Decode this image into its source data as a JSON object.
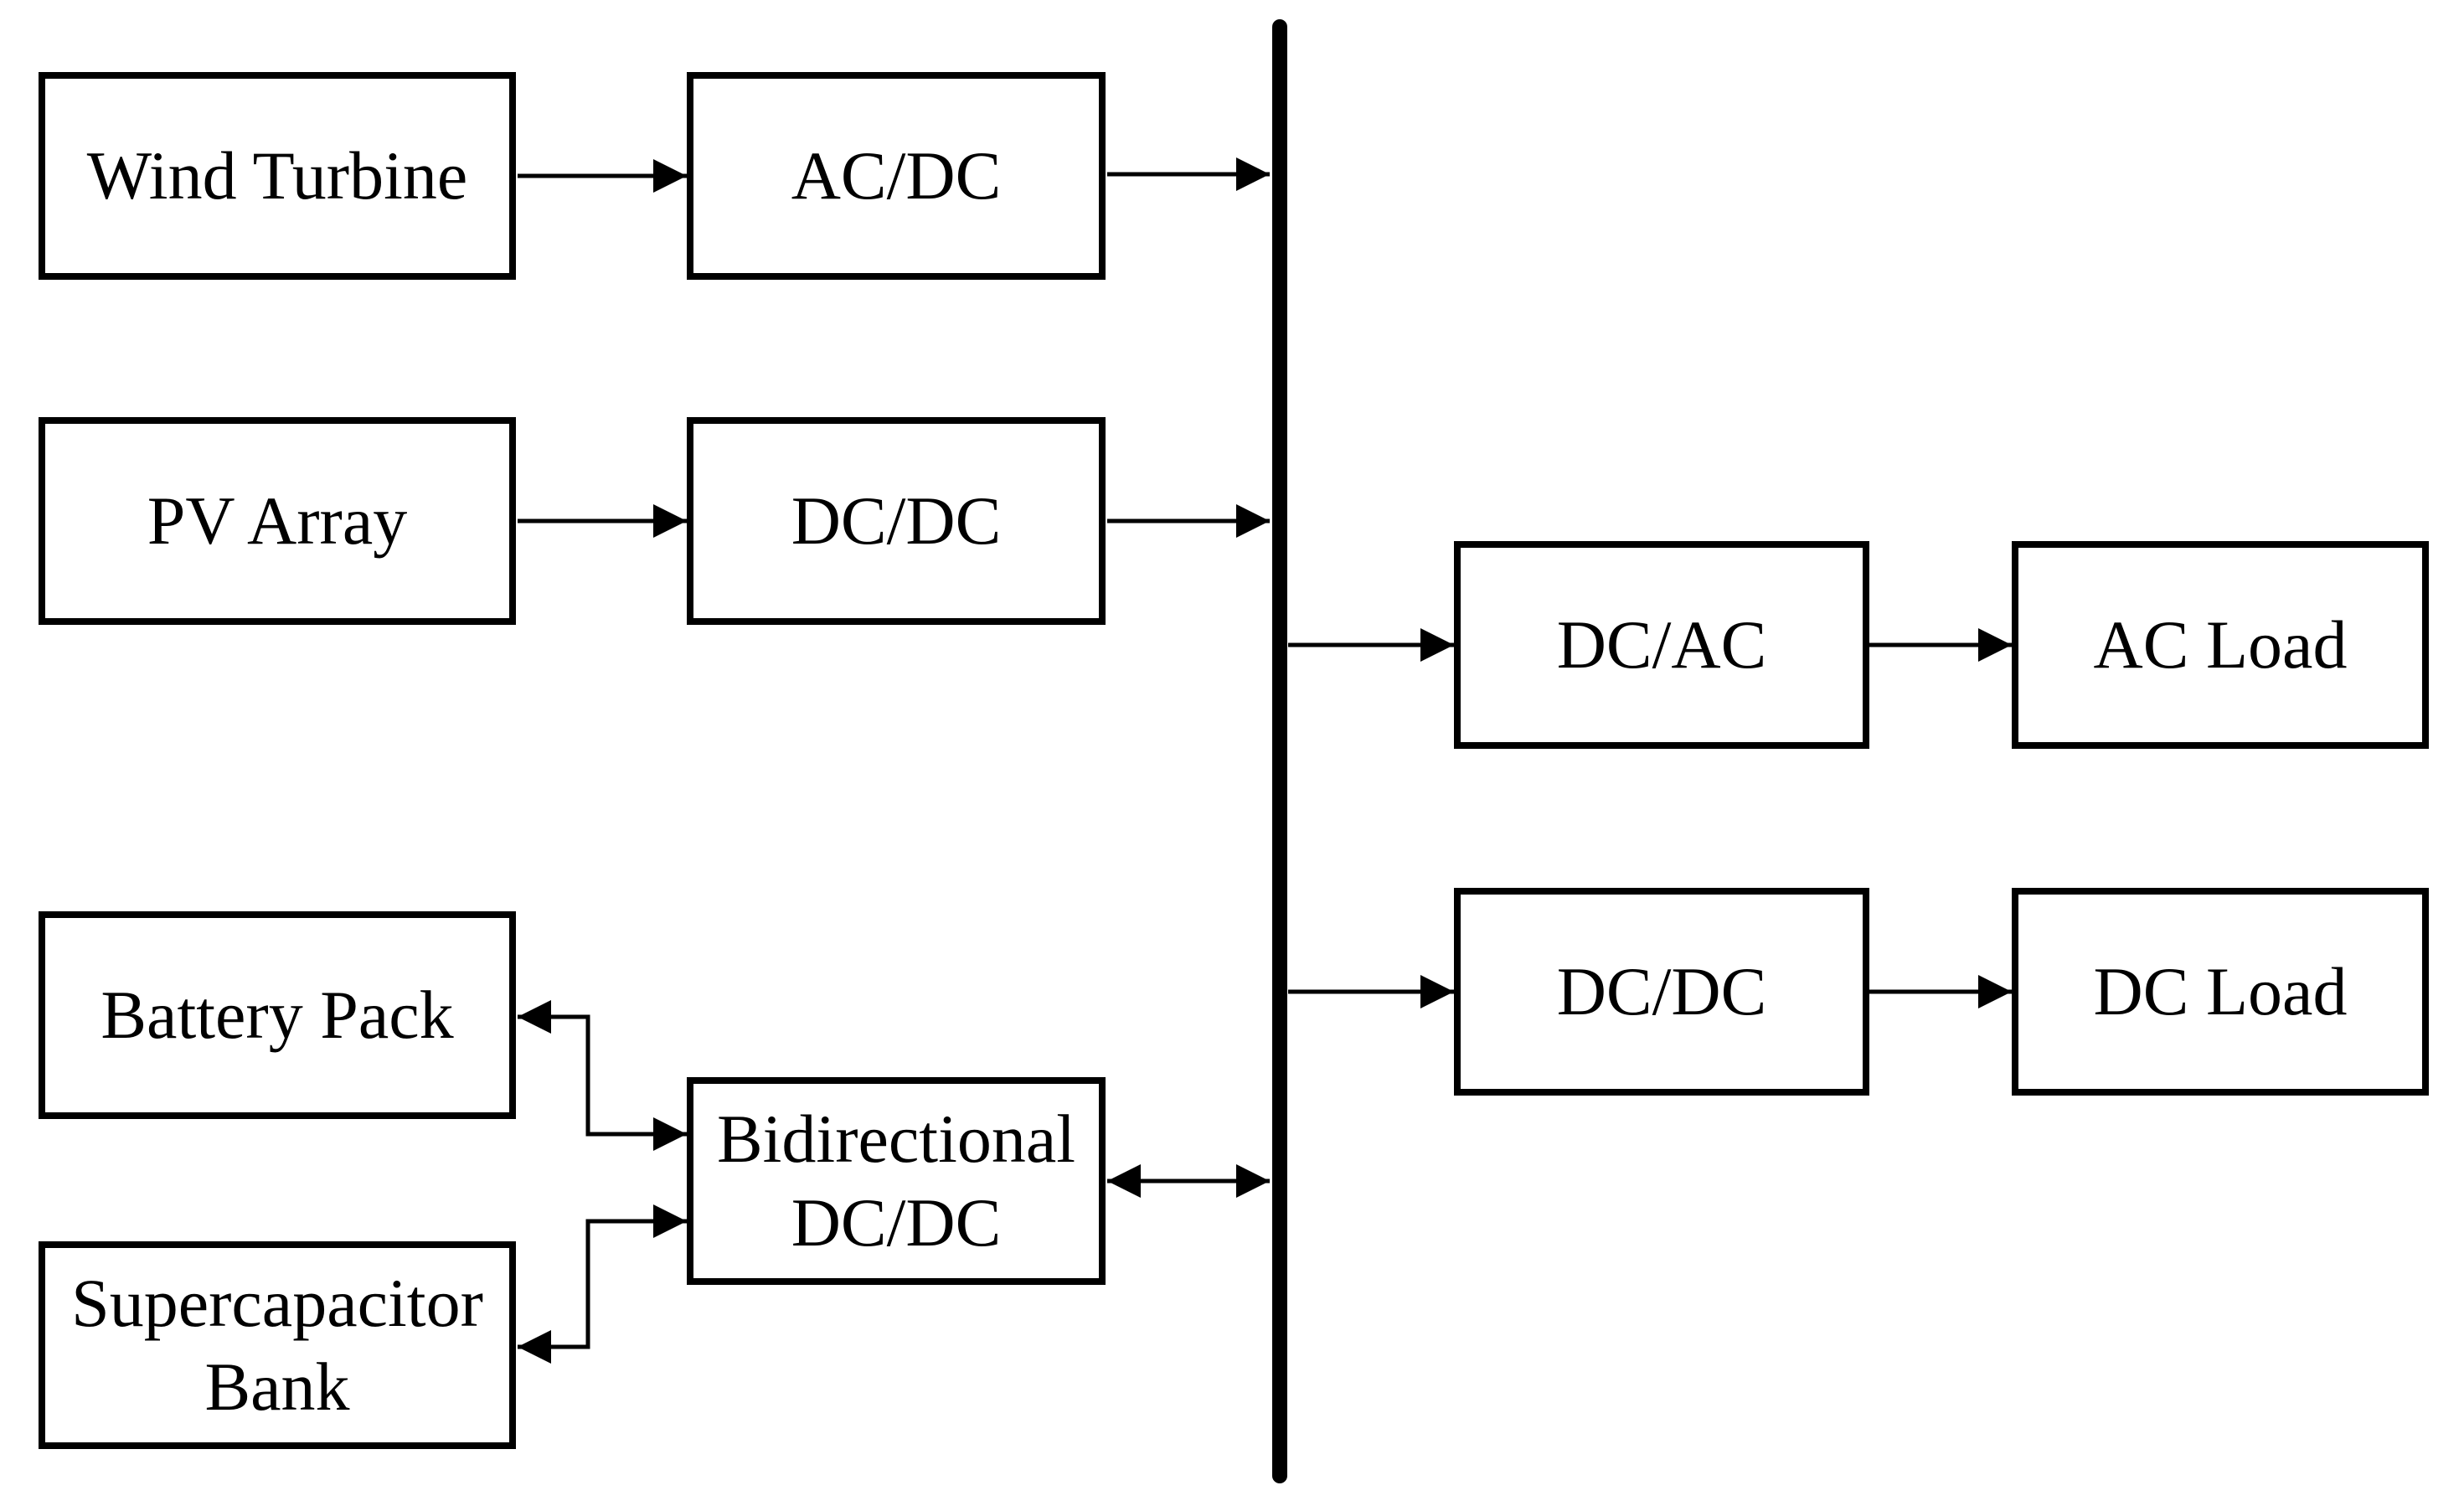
{
  "diagram": {
    "sources": {
      "wind_turbine": "Wind Turbine",
      "pv_array": "PV Array",
      "battery_pack": "Battery Pack",
      "supercapacitor_line1": "Supercapacitor",
      "supercapacitor_line2": "Bank"
    },
    "converters": {
      "wind_converter": "AC/DC",
      "pv_converter": "DC/DC",
      "bidirectional_line1": "Bidirectional",
      "bidirectional_line2": "DC/DC",
      "ac_load_converter": "DC/AC",
      "dc_load_converter": "DC/DC"
    },
    "loads": {
      "ac_load": "AC Load",
      "dc_load": "DC Load"
    }
  }
}
